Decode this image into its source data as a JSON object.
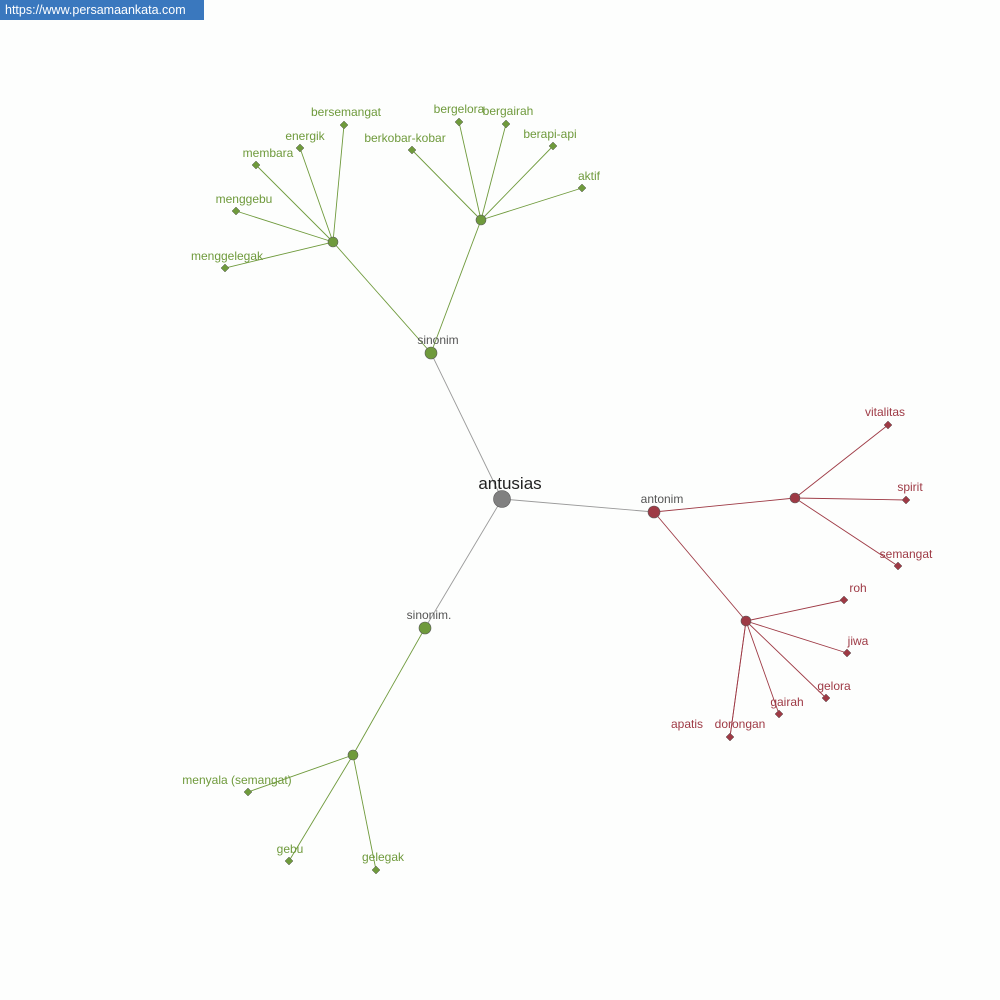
{
  "watermark": "https://www.persamaankata.com",
  "colors": {
    "synonym": "#6f9a3c",
    "antonym": "#9e3a45",
    "root": "#808080",
    "edge_root": "#9a9a9a",
    "branch_label": "#555555",
    "root_label": "#222222"
  },
  "graph": {
    "root": "antusias",
    "branches": [
      {
        "label": "sinonim",
        "kind": "synonym",
        "groups": [
          [
            "menggelegak",
            "menggebu",
            "membara",
            "energik",
            "bersemangat"
          ],
          [
            "berkobar-kobar",
            "bergelora",
            "bergairah",
            "berapi-api",
            "aktif"
          ]
        ]
      },
      {
        "label": "sinonim.",
        "kind": "synonym",
        "groups": [
          [
            "menyala (semangat)",
            "gebu",
            "gelegak"
          ]
        ]
      },
      {
        "label": "antonim",
        "kind": "antonym",
        "groups": [
          [
            "vitalitas",
            "spirit",
            "semangat"
          ],
          [
            "roh",
            "jiwa",
            "gelora",
            "gairah",
            "dorongan",
            "apatis"
          ]
        ]
      }
    ]
  }
}
